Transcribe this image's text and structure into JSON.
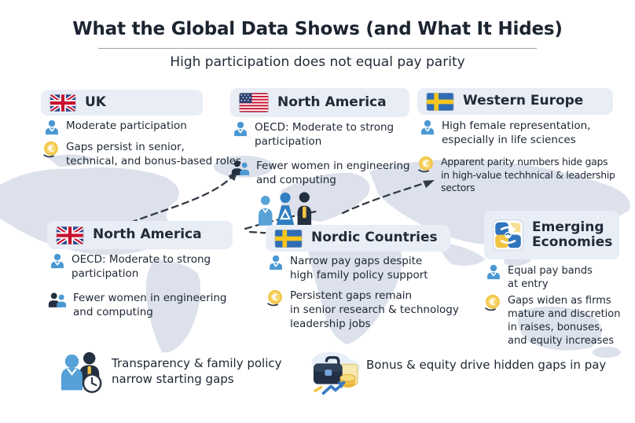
{
  "header": {
    "title": "What the Global Data Shows (and What It Hides)",
    "subtitle": "High participation does not equal pay parity"
  },
  "cards": [
    {
      "label": "UK",
      "flag": "uk-flag",
      "bullets": [
        {
          "icon": "person",
          "text": "Moderate participation"
        },
        {
          "icon": "euro-coin",
          "text": "Gaps persist in senior,\ntechnical, and bonus-based roles"
        }
      ]
    },
    {
      "label": "North America",
      "flag": "us-flag",
      "bullets": [
        {
          "icon": "person",
          "text": "OECD: Moderate to strong\nparticipation"
        },
        {
          "icon": "people",
          "text": "Fewer women in engineering\nand computing"
        }
      ]
    },
    {
      "label": "Western Europe",
      "flag": "sweden-flag",
      "bullets": [
        {
          "icon": "person",
          "text": "High female representation,\nespecially in life sciences"
        },
        {
          "icon": "euro-coin",
          "text": "Apparent parity numbers hide gaps\nin high-value techhnical & leadership\n                              sectors"
        }
      ]
    },
    {
      "label": "North America",
      "flag": "uk-flag",
      "bullets": [
        {
          "icon": "person",
          "text": "OECD: Moderate to strong\nparticipation"
        },
        {
          "icon": "people",
          "text": "Fewer women in engineering\nand computing"
        }
      ]
    },
    {
      "label": "Nordic Countries",
      "flag": "sweden-flag",
      "bullets": [
        {
          "icon": "person",
          "text": "Narrow pay gaps despite\nhigh family policy support"
        },
        {
          "icon": "euro-coin",
          "text": "Persistent gaps remain\nin senior research & technology\nleadership jobs"
        }
      ]
    },
    {
      "label": "Emerging Economies",
      "flag": "exchange-icon",
      "bullets": [
        {
          "icon": "person",
          "text": "Equal pay bands\nat entry"
        },
        {
          "icon": "euro-coin",
          "text": "Gaps widen as firms\nmature and discretion\nin raises, bonuses,\nand equity increases"
        }
      ]
    }
  ],
  "footnotes": [
    {
      "icon": "workforce-clock",
      "text": "Transparency & family policy\nnarrow starting gaps"
    },
    {
      "icon": "briefcase-growth",
      "text": "Bonus & equity drive hidden gaps in pay"
    }
  ],
  "colors": {
    "header_bg": "#e9edf6",
    "accent_blue": "#4a98d3",
    "mid_blue": "#2f7ec2",
    "dark_navy": "#22303f",
    "coin_gold": "#f2c441",
    "map_gray": "#dce1eb",
    "arrow": "#333a45"
  }
}
